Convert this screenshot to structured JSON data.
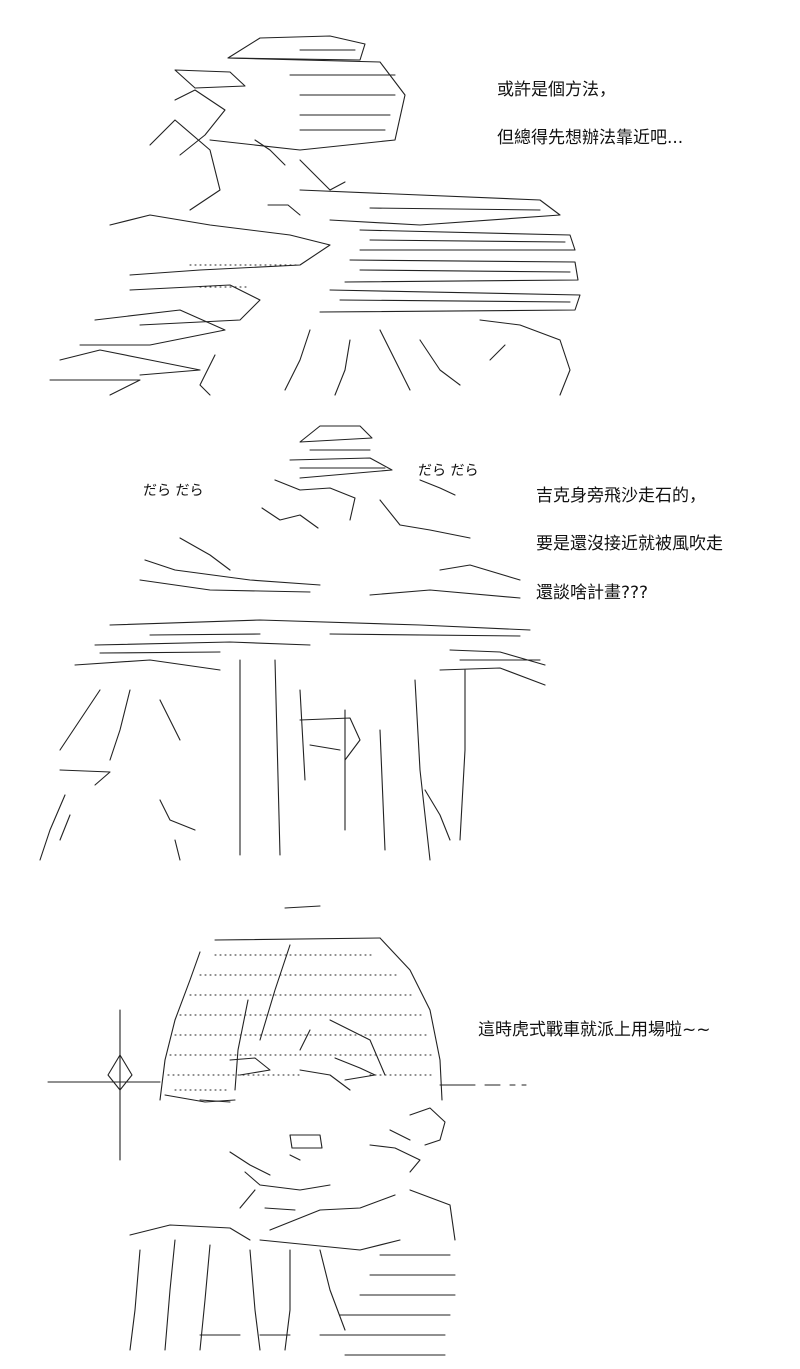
{
  "panels": [
    {
      "lines": [
        "或許是個方法，",
        "但總得先想辦法靠近吧..."
      ],
      "sfx": []
    },
    {
      "lines": [
        "吉克身旁飛沙走石的，",
        "要是還沒接近就被風吹走",
        "還談啥計畫???"
      ],
      "sfx": [
        "だら だら",
        "だら だら"
      ]
    },
    {
      "lines": [
        "這時虎式戰車就派上用場啦~~"
      ],
      "sfx": []
    }
  ]
}
